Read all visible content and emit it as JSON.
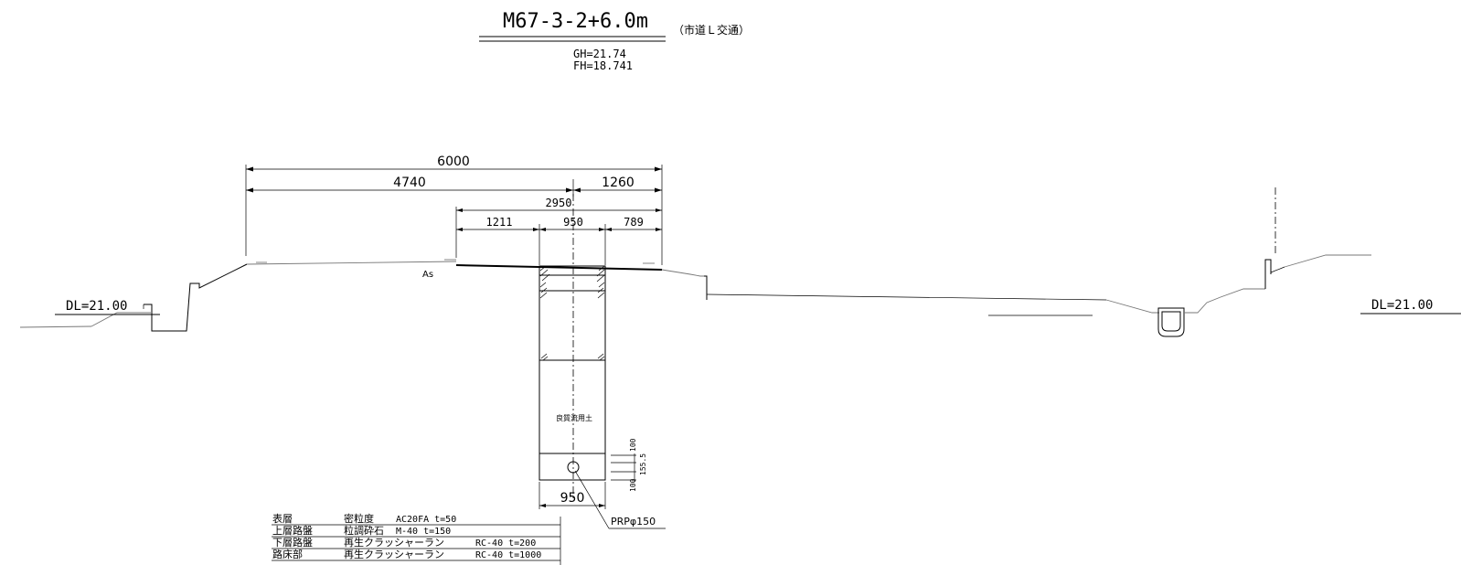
{
  "title": {
    "station": "M67-3-2+6.0m",
    "road": "（市道Ｌ交通）",
    "gh": "GH=21.74",
    "fh": "FH=18.741"
  },
  "datum": {
    "left": "DL=21.00",
    "right": "DL=21.00"
  },
  "dimensions": {
    "total": "6000",
    "left_part": "4740",
    "right_part": "1260",
    "trench_total": "2950",
    "trench_left": "1211",
    "trench_center": "950",
    "trench_right": "789",
    "trench_width": "950",
    "pipe_cover_top": "100",
    "pipe_dia_dim": "155.5",
    "pipe_cover_bottom": "100"
  },
  "labels": {
    "surface": "As",
    "backfill": "良質流用土",
    "pipe": "PRPφ150"
  },
  "pavement_layers": [
    {
      "layer": "表層",
      "material": "密粒度",
      "spec": "AC20FA t=50"
    },
    {
      "layer": "上層路盤",
      "material": "粒調砕石",
      "spec": "M-40 t=150"
    },
    {
      "layer": "下層路盤",
      "material": "再生クラッシャーラン",
      "spec": "RC-40 t=200"
    },
    {
      "layer": "路床部",
      "material": "再生クラッシャーラン",
      "spec": "RC-40 t=1000"
    }
  ]
}
